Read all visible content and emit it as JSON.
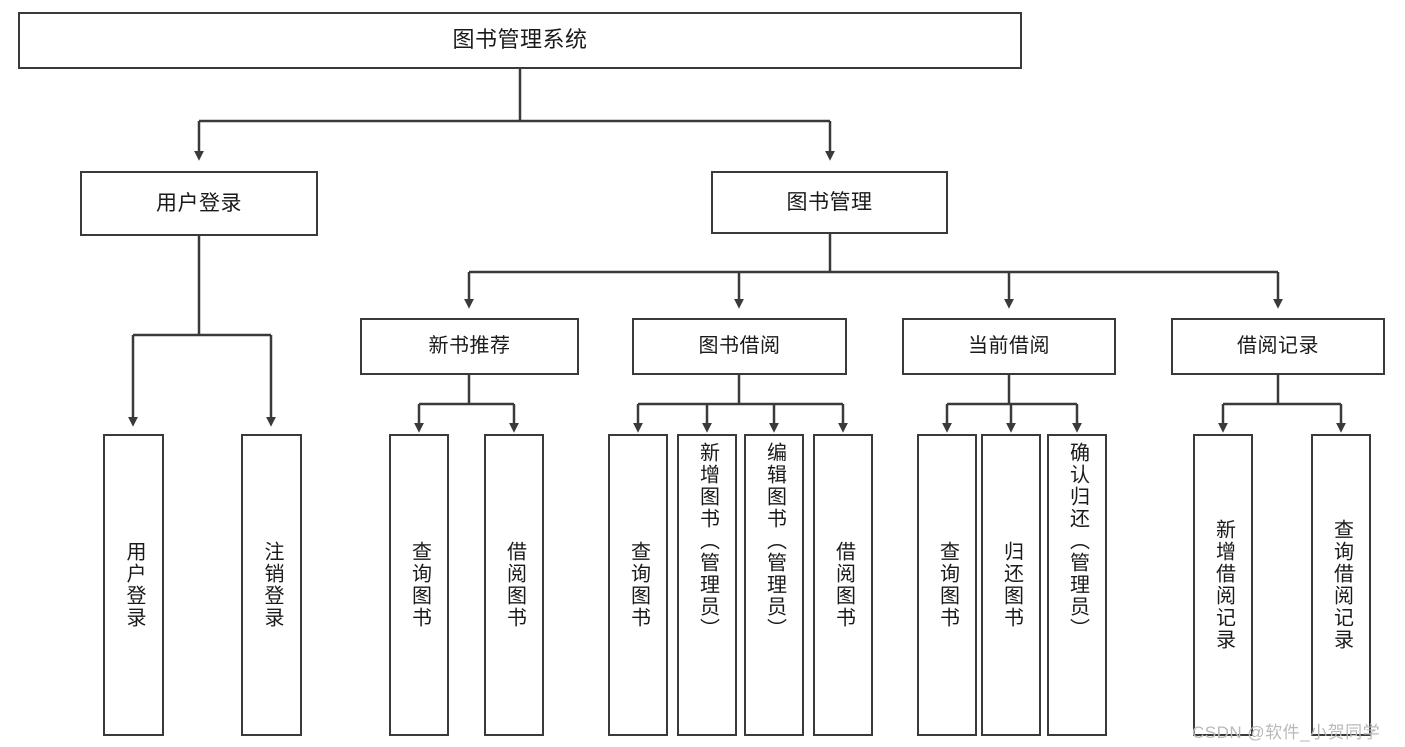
{
  "diagram": {
    "title": "图书管理系统",
    "type": "hierarchy-tree",
    "stroke_color": "#3a3a3a",
    "text_color": "#1a1a1a",
    "background": "#ffffff",
    "nodes": {
      "root": {
        "label": "图书管理系统",
        "level": 0
      },
      "level1": [
        {
          "id": "user-login",
          "label": "用户登录"
        },
        {
          "id": "book-manage",
          "label": "图书管理"
        }
      ],
      "level2": [
        {
          "id": "new-book-recommend",
          "label": "新书推荐",
          "parent": "book-manage"
        },
        {
          "id": "book-borrow",
          "label": "图书借阅",
          "parent": "book-manage"
        },
        {
          "id": "current-borrow",
          "label": "当前借阅",
          "parent": "book-manage"
        },
        {
          "id": "borrow-record",
          "label": "借阅记录",
          "parent": "book-manage"
        }
      ],
      "leaves": [
        {
          "id": "leaf-user-login",
          "label": "用户登录",
          "parent": "user-login"
        },
        {
          "id": "leaf-user-logout",
          "label": "注销登录",
          "parent": "user-login"
        },
        {
          "id": "leaf-query-book-1",
          "label": "查询图书",
          "parent": "new-book-recommend"
        },
        {
          "id": "leaf-borrow-book-1",
          "label": "借阅图书",
          "parent": "new-book-recommend"
        },
        {
          "id": "leaf-query-book-2",
          "label": "查询图书",
          "parent": "book-borrow"
        },
        {
          "id": "leaf-add-book",
          "label": "新增图书（管理员）",
          "parent": "book-borrow"
        },
        {
          "id": "leaf-edit-book",
          "label": "编辑图书（管理员）",
          "parent": "book-borrow"
        },
        {
          "id": "leaf-borrow-book-2",
          "label": "借阅图书",
          "parent": "book-borrow"
        },
        {
          "id": "leaf-query-book-3",
          "label": "查询图书",
          "parent": "current-borrow"
        },
        {
          "id": "leaf-return-book",
          "label": "归还图书",
          "parent": "current-borrow"
        },
        {
          "id": "leaf-confirm-return",
          "label": "确认归还（管理员）",
          "parent": "current-borrow"
        },
        {
          "id": "leaf-add-record",
          "label": "新增借阅记录",
          "parent": "borrow-record"
        },
        {
          "id": "leaf-query-record",
          "label": "查询借阅记录",
          "parent": "borrow-record"
        }
      ]
    }
  },
  "watermark": {
    "text": "CSDN @软件_小贺同学"
  }
}
